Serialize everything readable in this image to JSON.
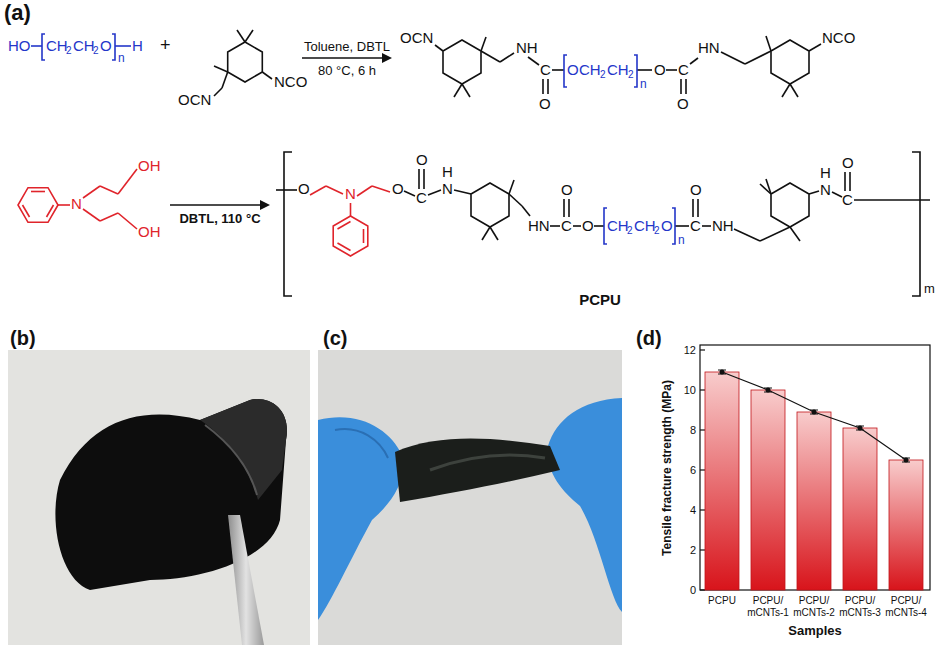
{
  "diagram": {
    "labels": [
      "(a)",
      "HO",
      "CH",
      "2",
      "CH",
      "2",
      "O",
      "n",
      "H",
      "+",
      "OCN",
      "NCO",
      "Toluene, DBTL",
      "80 °C, 6 h",
      "OCN",
      "NH",
      "C",
      "O",
      "O",
      "CH",
      "2",
      "CH",
      "2",
      "n",
      "O",
      "C",
      "O",
      "HN",
      "NCO",
      "N",
      "OH",
      "OH",
      "DBTL, 110 °C",
      "O",
      "N",
      "O",
      "O",
      "C",
      "H",
      "N",
      "HN",
      "O",
      "C",
      "O",
      "CH",
      "2",
      "CH",
      "2",
      "O",
      "n",
      "O",
      "C",
      "NH",
      "H",
      "N",
      "O",
      "C",
      "m",
      "PCPU",
      "(b)",
      "(c)",
      "(d)",
      "Tensile fracture strength (MPa)",
      "0",
      "2",
      "4",
      "6",
      "8",
      "10",
      "12",
      "PCPU",
      "PCPU/ mCNTs-1",
      "PCPU/ mCNTs-2",
      "PCPU/ mCNTs-3",
      "PCPU/ mCNTs-4",
      "Samples"
    ]
  }
}
